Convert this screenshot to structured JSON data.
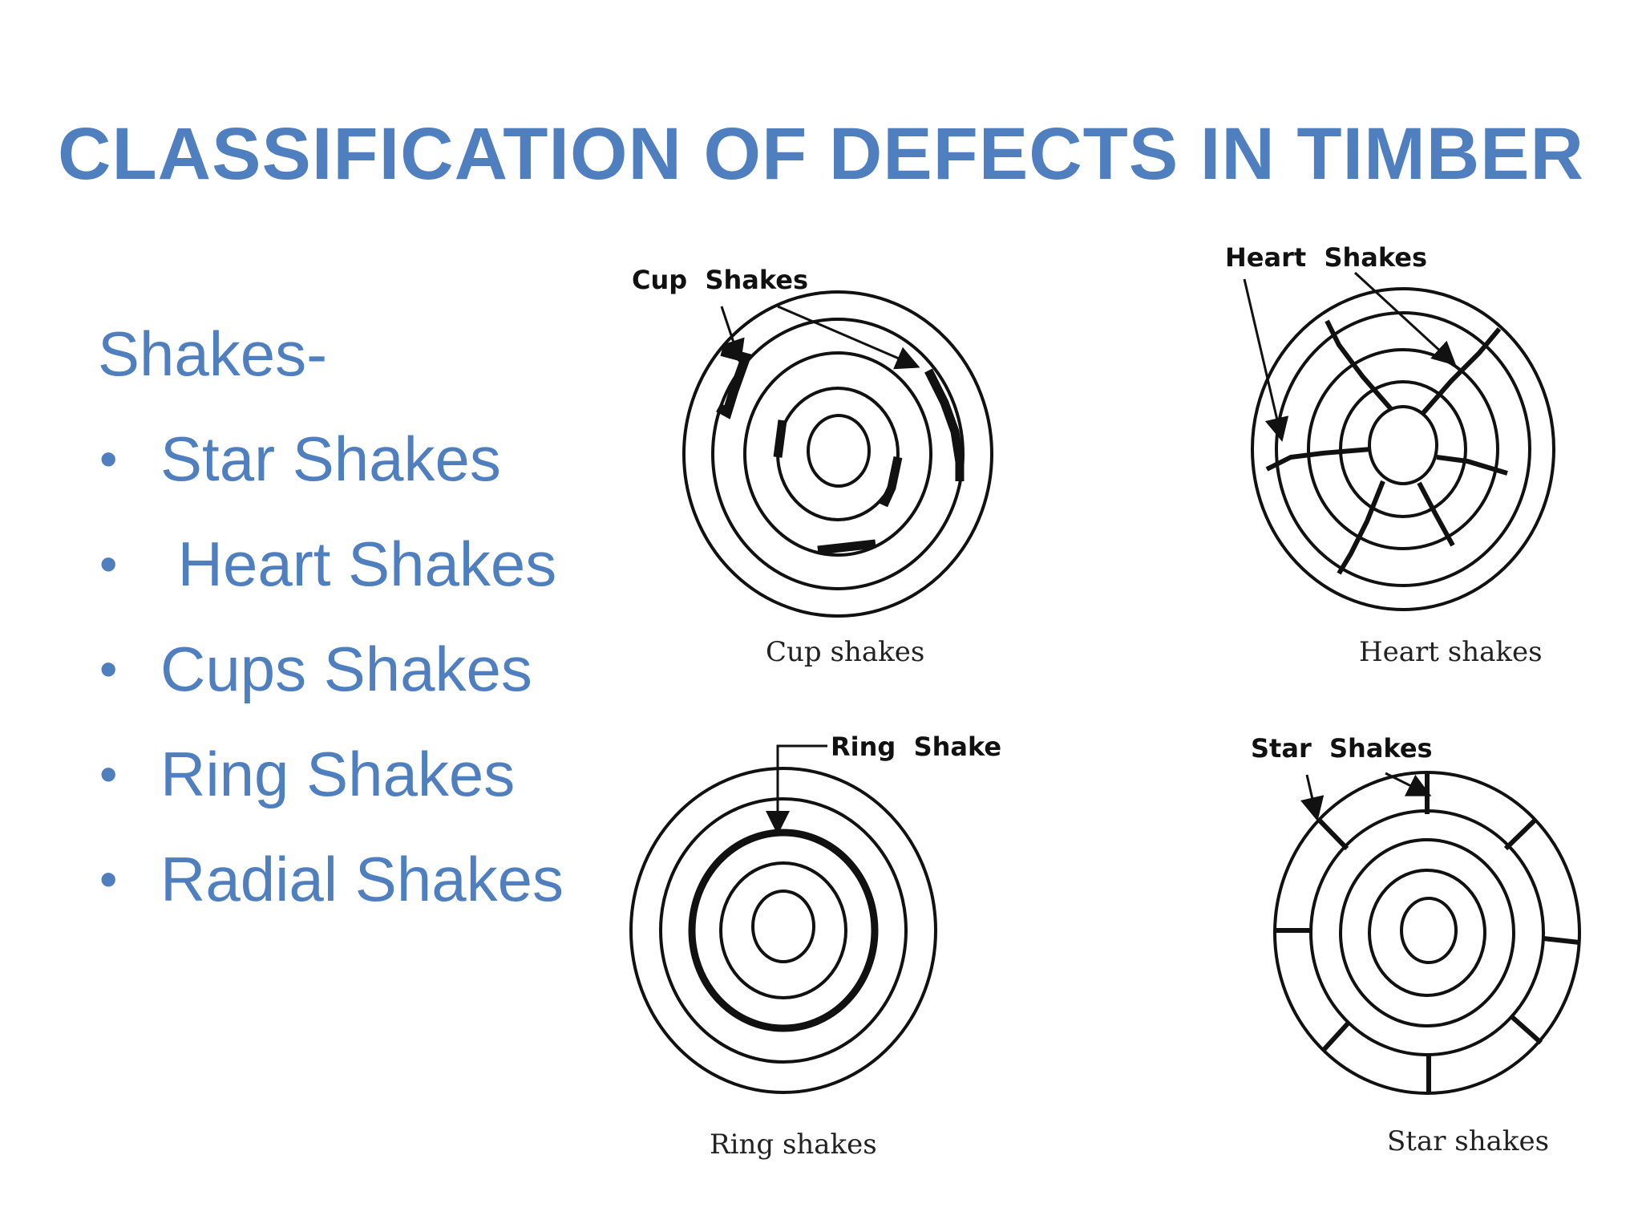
{
  "slide": {
    "title": "CLASSIFICATION OF DEFECTS IN TIMBER"
  },
  "bullets": {
    "heading": "Shakes-",
    "items": [
      {
        "label": "Star Shakes"
      },
      {
        "label": " Heart Shakes"
      },
      {
        "label": "Cups Shakes"
      },
      {
        "label": "Ring Shakes"
      },
      {
        "label": "Radial Shakes"
      }
    ]
  },
  "figures": {
    "cup": {
      "callout": "Cup  Shakes",
      "caption": "Cup shakes"
    },
    "heart": {
      "callout": "Heart  Shakes",
      "caption": "Heart shakes"
    },
    "ring": {
      "callout": "Ring  Shake",
      "caption": "Ring shakes"
    },
    "star": {
      "callout": "Star  Shakes",
      "caption": "Star shakes"
    }
  },
  "colors": {
    "accent": "#4f7fbf",
    "ink": "#111111"
  }
}
